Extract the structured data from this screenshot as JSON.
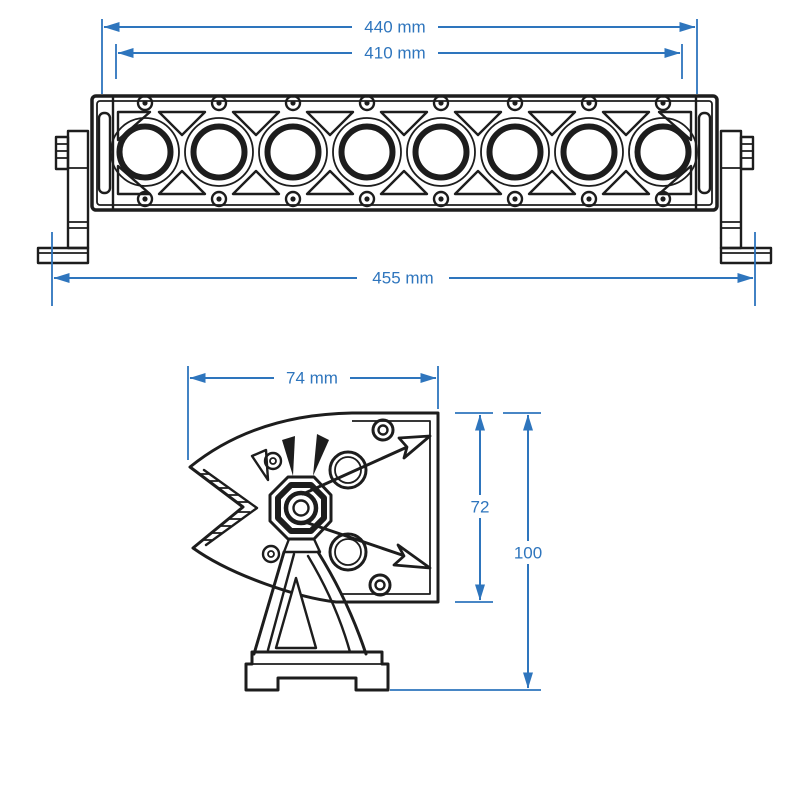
{
  "colors": {
    "dimension": "#2e75bd",
    "outline": "#1d1d1d",
    "background": "#ffffff"
  },
  "front_view": {
    "lens_count": 8,
    "dims": {
      "outer_width": "440 mm",
      "inner_width": "410 mm",
      "mount_width": "455 mm"
    }
  },
  "side_view": {
    "dims": {
      "depth": "74 mm",
      "body_height": "72",
      "overall_height": "100"
    }
  }
}
